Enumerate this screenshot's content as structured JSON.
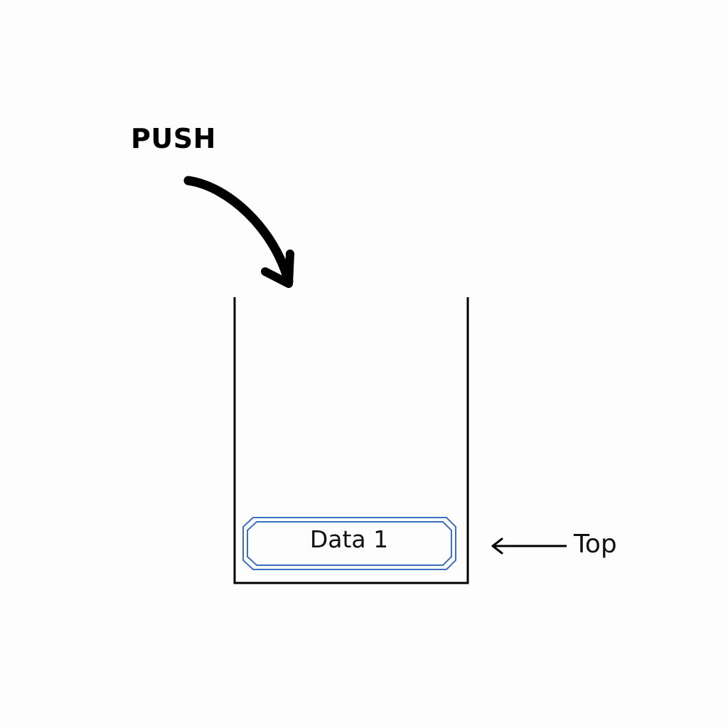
{
  "diagram": {
    "push_label": "PUSH",
    "stack_item_label": "Data 1",
    "top_pointer_label": "Top"
  },
  "colors": {
    "background": "#fdfdfd",
    "stroke": "#000000",
    "item_border": "#3b6fc4"
  }
}
